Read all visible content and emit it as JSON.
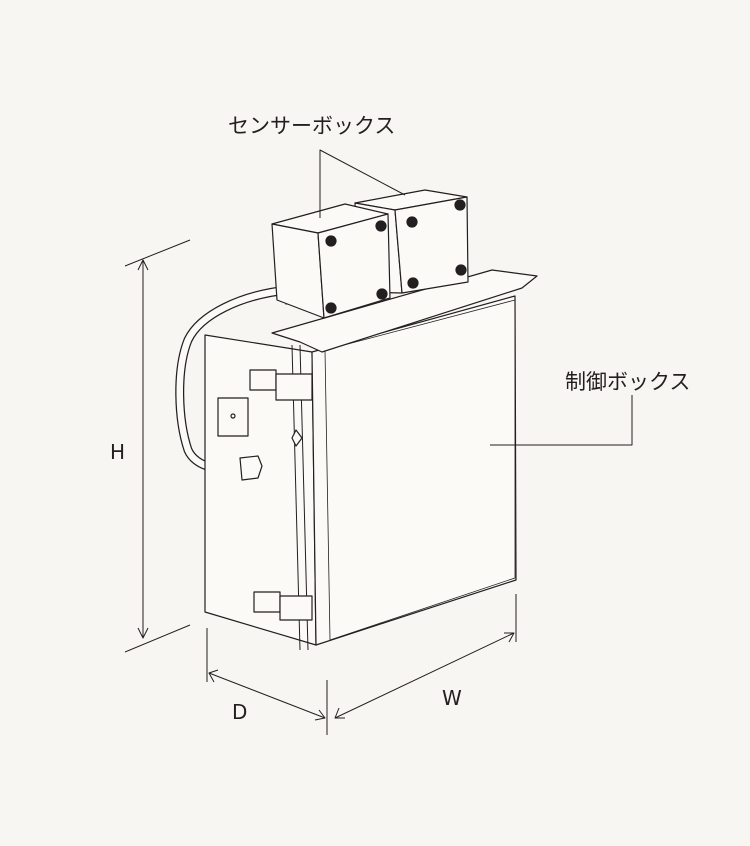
{
  "labels": {
    "sensor_box": "センサーボックス",
    "control_box": "制御ボックス"
  },
  "dimensions": {
    "height": "H",
    "depth": "D",
    "width": "W"
  },
  "colors": {
    "background": "#f8f6f2",
    "line": "#231f20",
    "face": "#fbfaf7"
  }
}
